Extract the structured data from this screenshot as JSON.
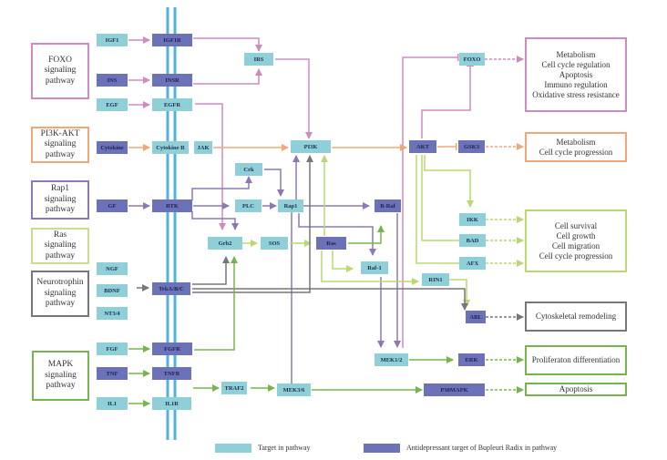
{
  "colors": {
    "target": "#8fcfd8",
    "antidepressant": "#6b72b8",
    "membrane": "#4fb3dd",
    "foxo": "#d08ac0",
    "pi3k_akt": "#f3a777",
    "rap1": "#8d78b3",
    "ras": "#b9d870",
    "neurotrophin": "#77757d",
    "mapk": "#76b54b"
  },
  "pathways": [
    {
      "id": "foxo",
      "label": "FOXO\nsignaling\npathway"
    },
    {
      "id": "pi3k_akt",
      "label": "PI3K-AKT\nsignaling\npathway"
    },
    {
      "id": "rap1",
      "label": "Rap1\nsignaling\npathway"
    },
    {
      "id": "ras",
      "label": "Ras\nsignaling\npathway"
    },
    {
      "id": "neurotrophin",
      "label": "Neurotrophin\nsignaling\npathway"
    },
    {
      "id": "mapk",
      "label": "MAPK\nsignaling\npathway"
    }
  ],
  "nodes": {
    "IGF1": {
      "label": "IGF1",
      "type": "target"
    },
    "IGF1R": {
      "label": "IGF1R",
      "type": "antidepressant"
    },
    "INS": {
      "label": "INS",
      "type": "antidepressant"
    },
    "INSR": {
      "label": "INSR",
      "type": "antidepressant"
    },
    "EGF": {
      "label": "EGF",
      "type": "target"
    },
    "EGFR": {
      "label": "EGFR",
      "type": "target"
    },
    "Cytokine": {
      "label": "Cytokine",
      "type": "antidepressant"
    },
    "CytokineR": {
      "label": "Cytokine R",
      "type": "target"
    },
    "JAK": {
      "label": "JAK",
      "type": "target"
    },
    "IRS": {
      "label": "IRS",
      "type": "target"
    },
    "PI3K": {
      "label": "PI3K",
      "type": "target"
    },
    "AKT": {
      "label": "AKT",
      "type": "antidepressant"
    },
    "FOXO": {
      "label": "FOXO",
      "type": "target"
    },
    "GSK3": {
      "label": "GSK3",
      "type": "antidepressant"
    },
    "GF": {
      "label": "GF",
      "type": "antidepressant"
    },
    "RTK": {
      "label": "RTK",
      "type": "antidepressant"
    },
    "Crk": {
      "label": "Crk",
      "type": "target"
    },
    "PLC": {
      "label": "PLC",
      "type": "target"
    },
    "Rap1": {
      "label": "Rap1",
      "type": "target"
    },
    "BRaf": {
      "label": "B-Raf",
      "type": "antidepressant"
    },
    "Grb2": {
      "label": "Grb2",
      "type": "target"
    },
    "SOS": {
      "label": "SOS",
      "type": "target"
    },
    "Ras": {
      "label": "Ras",
      "type": "antidepressant"
    },
    "Raf1": {
      "label": "Raf-1",
      "type": "target"
    },
    "RIN1": {
      "label": "RIN1",
      "type": "target"
    },
    "IKK": {
      "label": "IKK",
      "type": "target"
    },
    "BAD": {
      "label": "BAD",
      "type": "target"
    },
    "AFX": {
      "label": "AFX",
      "type": "target"
    },
    "ABL": {
      "label": "ABL",
      "type": "antidepressant"
    },
    "NGF": {
      "label": "NGF",
      "type": "target"
    },
    "BDNF": {
      "label": "BDNF",
      "type": "target"
    },
    "NT34": {
      "label": "NT3/4",
      "type": "target"
    },
    "TrkABC": {
      "label": "TrkA/B/C",
      "type": "antidepressant"
    },
    "FGF": {
      "label": "FGF",
      "type": "target"
    },
    "FGFR": {
      "label": "FGFR",
      "type": "antidepressant"
    },
    "TNF": {
      "label": "TNF",
      "type": "antidepressant"
    },
    "TNFR": {
      "label": "TNFR",
      "type": "antidepressant"
    },
    "IL1": {
      "label": "IL1",
      "type": "target"
    },
    "IL1R": {
      "label": "IL1R",
      "type": "target"
    },
    "TRAF2": {
      "label": "TRAF2",
      "type": "target"
    },
    "MEK36": {
      "label": "MEK3/6",
      "type": "target"
    },
    "MEK12": {
      "label": "MEK1/2",
      "type": "target"
    },
    "ERK": {
      "label": "ERK",
      "type": "antidepressant"
    },
    "P38MAPK": {
      "label": "P38MAPK",
      "type": "antidepressant"
    }
  },
  "outcomes": [
    {
      "id": "out_foxo",
      "label": "Metabolism\nCell cycle regulation\nApoptosis\nImmuno regulation\nOxidative stress resistance"
    },
    {
      "id": "out_gsk3",
      "label": "Metabolism\nCell cycle progression"
    },
    {
      "id": "out_survival",
      "label": "Cell survival\nCell growth\nCell migration\nCell cycle progression"
    },
    {
      "id": "out_cyto",
      "label": "Cytoskeletal remodeling"
    },
    {
      "id": "out_prolif",
      "label": "Proliferaton differentiation"
    },
    {
      "id": "out_apop",
      "label": "Apoptosis"
    }
  ],
  "legend": {
    "target_label": "Target in pathway",
    "antidepressant_label": "Antidepressant target of Bupleuri Radix in pathway"
  }
}
